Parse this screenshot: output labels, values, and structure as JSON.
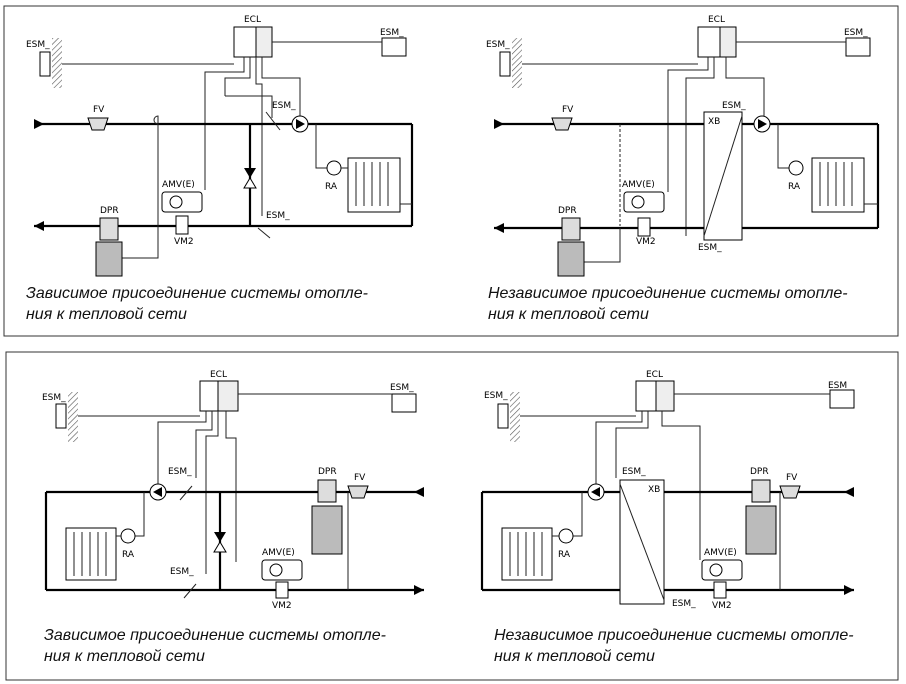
{
  "labels": {
    "controller": "ECL",
    "sensor": "ESM_",
    "filter": "FV",
    "dp_regulator": "DPR",
    "actuator": "AMV(E)",
    "valve": "VM2",
    "radiator_valve": "RA",
    "heat_exchanger": "XB"
  },
  "captions": {
    "dependent_line1": "Зависимое присоединение системы отопле-",
    "dependent_line2": "ния к тепловой сети",
    "independent_line1": "Независимое присоединение системы отопле-",
    "independent_line2": "ния к тепловой сети"
  },
  "panels": [
    {
      "name": "top-left",
      "type": "dependent"
    },
    {
      "name": "top-right",
      "type": "independent"
    },
    {
      "name": "bottom-left",
      "type": "dependent"
    },
    {
      "name": "bottom-right",
      "type": "independent"
    }
  ]
}
